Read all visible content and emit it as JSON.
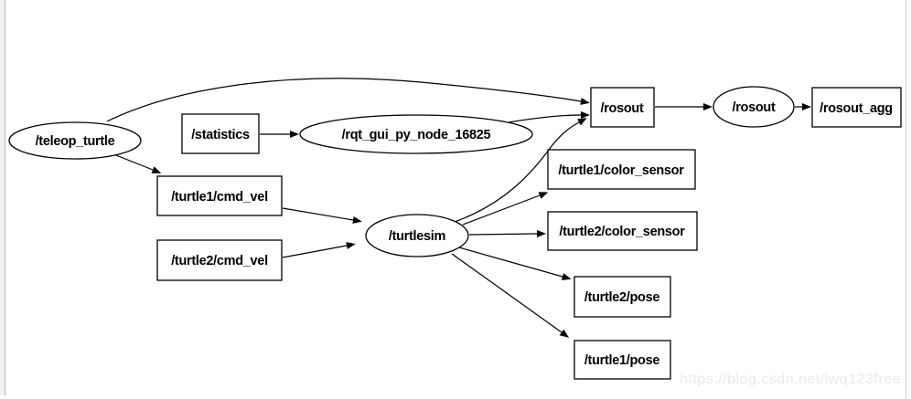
{
  "app": {
    "description_label": "ROS rqt_graph node/topic graph view"
  },
  "colors": {
    "background": "#ffffff",
    "node_stroke": "#000000",
    "edge_stroke": "#000000",
    "panel_strip": "#f1f1f1",
    "panel_border": "#b5b5b5",
    "watermark": "#e9e9e9"
  },
  "watermark": {
    "text": "https://blog.csdn.net/lwq123free"
  },
  "graph": {
    "nodes": [
      {
        "id": "teleop_turtle",
        "label": "/teleop_turtle",
        "shape": "ellipse"
      },
      {
        "id": "statistics",
        "label": "/statistics",
        "shape": "box"
      },
      {
        "id": "rqt_gui_py_node",
        "label": "/rqt_gui_py_node_16825",
        "shape": "ellipse"
      },
      {
        "id": "rosout_topic",
        "label": "/rosout",
        "shape": "box"
      },
      {
        "id": "rosout_node",
        "label": "/rosout",
        "shape": "ellipse"
      },
      {
        "id": "rosout_agg",
        "label": "/rosout_agg",
        "shape": "box"
      },
      {
        "id": "turtle1_cmd_vel",
        "label": "/turtle1/cmd_vel",
        "shape": "box"
      },
      {
        "id": "turtle2_cmd_vel",
        "label": "/turtle2/cmd_vel",
        "shape": "box"
      },
      {
        "id": "turtlesim",
        "label": "/turtlesim",
        "shape": "ellipse"
      },
      {
        "id": "turtle1_color_sensor",
        "label": "/turtle1/color_sensor",
        "shape": "box"
      },
      {
        "id": "turtle2_color_sensor",
        "label": "/turtle2/color_sensor",
        "shape": "box"
      },
      {
        "id": "turtle2_pose",
        "label": "/turtle2/pose",
        "shape": "box"
      },
      {
        "id": "turtle1_pose",
        "label": "/turtle1/pose",
        "shape": "box"
      }
    ],
    "edges": [
      {
        "from": "teleop_turtle",
        "to": "rosout_topic"
      },
      {
        "from": "teleop_turtle",
        "to": "turtle1_cmd_vel"
      },
      {
        "from": "statistics",
        "to": "rqt_gui_py_node"
      },
      {
        "from": "rqt_gui_py_node",
        "to": "rosout_topic"
      },
      {
        "from": "turtlesim",
        "to": "rosout_topic"
      },
      {
        "from": "turtle1_cmd_vel",
        "to": "turtlesim"
      },
      {
        "from": "turtle2_cmd_vel",
        "to": "turtlesim"
      },
      {
        "from": "turtlesim",
        "to": "turtle1_color_sensor"
      },
      {
        "from": "turtlesim",
        "to": "turtle2_color_sensor"
      },
      {
        "from": "turtlesim",
        "to": "turtle2_pose"
      },
      {
        "from": "turtlesim",
        "to": "turtle1_pose"
      },
      {
        "from": "rosout_topic",
        "to": "rosout_node"
      },
      {
        "from": "rosout_node",
        "to": "rosout_agg"
      }
    ]
  }
}
